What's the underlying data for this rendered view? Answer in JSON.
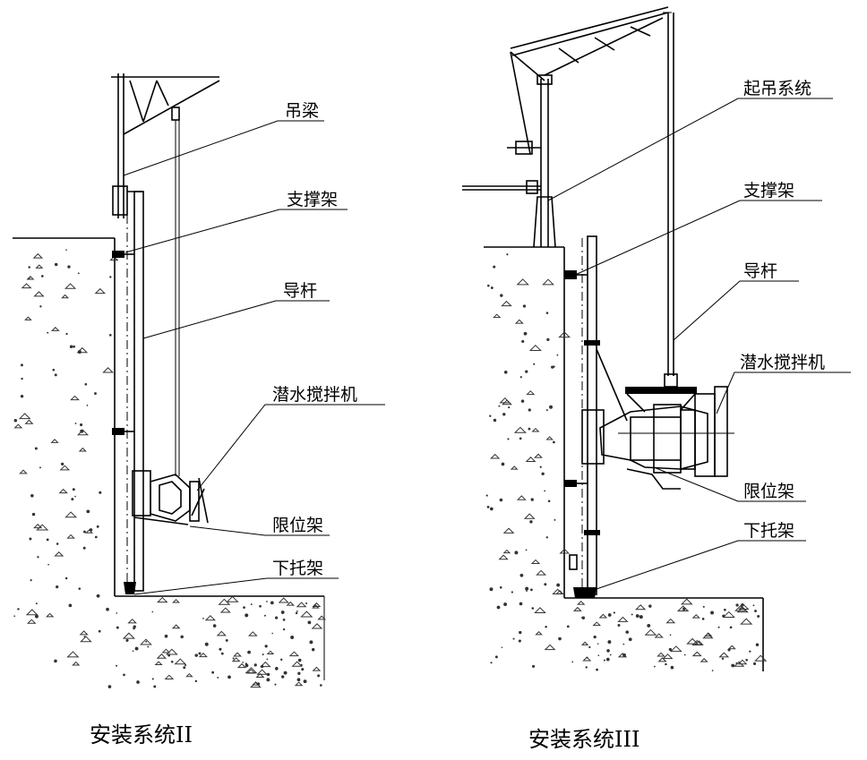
{
  "diagram_left": {
    "caption": "安装系统II",
    "labels": {
      "hoist_beam": "吊梁",
      "support_frame": "支撑架",
      "guide_rod": "导杆",
      "mixer": "潜水搅拌机",
      "limit_frame": "限位架",
      "bottom_bracket": "下托架"
    }
  },
  "diagram_right": {
    "caption": "安装系统III",
    "labels": {
      "lifting_system": "起吊系统",
      "support_frame": "支撑架",
      "guide_rod": "导杆",
      "mixer": "潜水搅拌机",
      "limit_frame": "限位架",
      "bottom_bracket": "下托架"
    }
  }
}
